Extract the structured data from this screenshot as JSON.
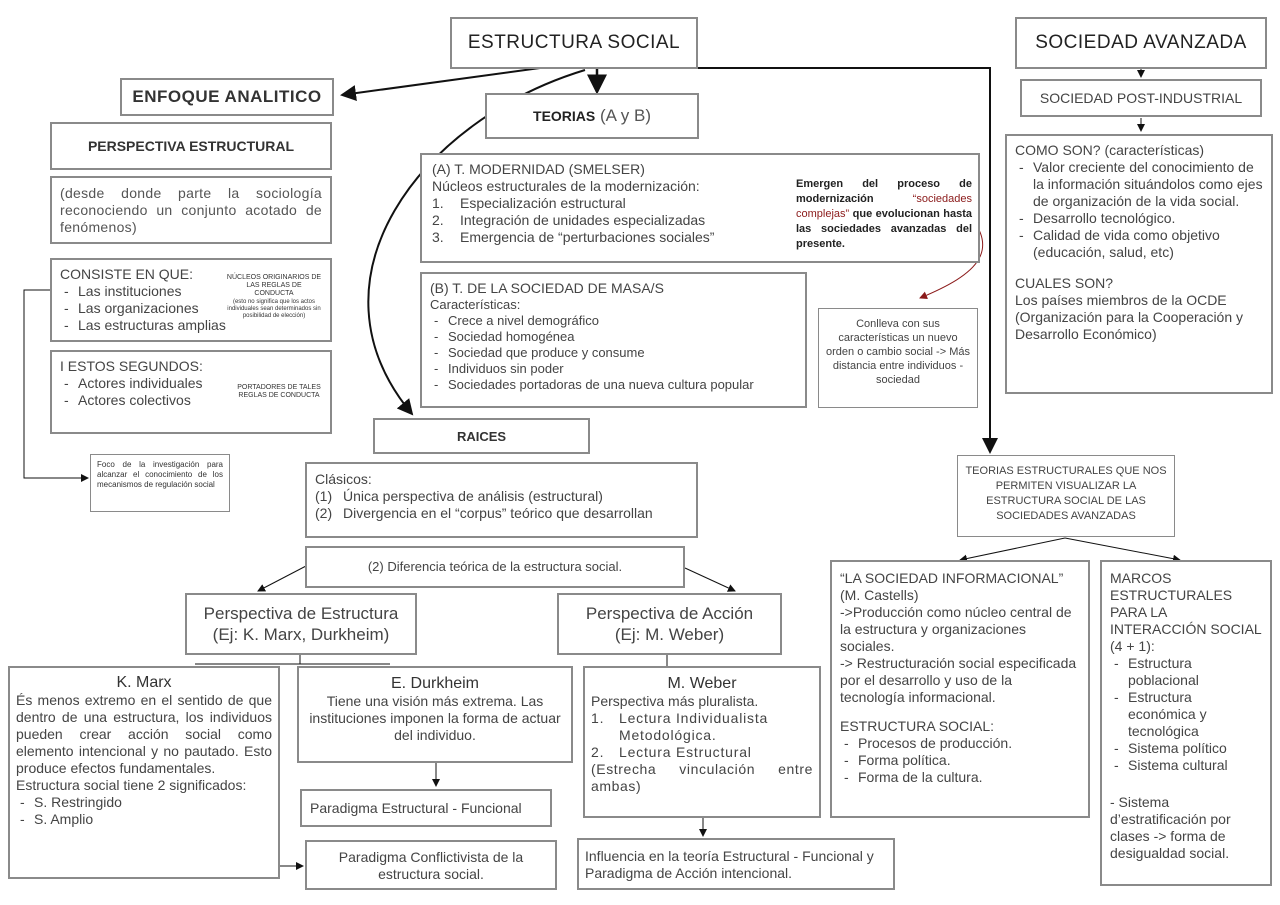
{
  "estructura_social": "ESTRUCTURA SOCIAL",
  "sociedad_avanzada": "SOCIEDAD AVANZADA",
  "enfoque_analitico": "ENFOQUE ANALITICO",
  "teorias": {
    "bold": "TEORIAS",
    "rest": " (A y B)"
  },
  "perspectiva_estructural": "PERSPECTIVA ESTRUCTURAL",
  "desde_donde": "(desde donde parte la sociología reconociendo un conjunto acotado de fenómenos)",
  "consiste": {
    "title": "CONSISTE EN QUE:",
    "items": [
      "Las instituciones",
      "Las organizaciones",
      "Las estructuras amplias"
    ],
    "note_main": "NÚCLEOS ORIGINARIOS DE LAS REGLAS DE CONDUCTA",
    "note_sub": "(esto no significa que los actos individuales sean determinados  sin posibilidad de elección)"
  },
  "estos_segundos": {
    "title": "I ESTOS SEGUNDOS:",
    "items": [
      "Actores individuales",
      "Actores colectivos"
    ],
    "note": "PORTADORES DE TALES REGLAS DE CONDUCTA"
  },
  "foco": "Foco de la investigación para alcanzar el conocimiento de los mecanismos de regulación social",
  "modernidad": {
    "title": "(A) T. MODERNIDAD (SMELSER)",
    "subtitle": "Núcleos estructurales de la modernización:",
    "items": [
      {
        "n": "1.",
        "text": "Especialización estructural"
      },
      {
        "n": "2.",
        "text": "Integración de unidades especializadas"
      },
      {
        "n": "3.",
        "text": "Emergencia de “perturbaciones sociales”"
      }
    ],
    "emergen_pre": "Emergen del proceso de modernización ",
    "emergen_red": "“sociedades complejas”",
    "emergen_post": " que evolucionan hasta las sociedades avanzadas del presente."
  },
  "masa": {
    "title": "(B) T. DE LA SOCIEDAD DE MASA/S",
    "subtitle": "Características:",
    "items": [
      "Crece a nivel demográfico",
      "Sociedad homogénea",
      "Sociedad que produce y consume",
      "Individuos sin poder",
      "Sociedades portadoras de una nueva cultura popular"
    ]
  },
  "conlleva": "Conlleva con sus características un nuevo orden o cambio social -> Más distancia entre individuos - sociedad",
  "raices": "RAICES",
  "clasicos": {
    "title": "Clásicos:",
    "items": [
      {
        "n": "(1)",
        "text": "Única perspectiva de análisis (estructural)"
      },
      {
        "n": "(2)",
        "text": "Divergencia en el “corpus” teórico que desarrollan"
      }
    ]
  },
  "diferencia": "(2) Diferencia teórica de la estructura social.",
  "persp_estructura": {
    "line1": "Perspectiva de Estructura",
    "line2": "(Ej: K. Marx, Durkheim)"
  },
  "persp_accion": {
    "line1": "Perspectiva de Acción",
    "line2": "(Ej: M. Weber)"
  },
  "marx": {
    "title": "K. Marx",
    "body": "És menos extremo en el sentido de que dentro de una estructura, los individuos pueden crear acción social como elemento intencional y no pautado. Esto produce efectos fundamentales.",
    "line": "Estructura social tiene 2 significados:",
    "items": [
      "S. Restringido",
      "S. Amplio"
    ]
  },
  "durkheim": {
    "title": "E. Durkheim",
    "body": "Tiene una visión más extrema. Las instituciones imponen la forma de actuar del individuo."
  },
  "weber": {
    "title": "M. Weber",
    "subtitle": "Perspectiva más pluralista.",
    "items": [
      {
        "n": "1.",
        "text": "Lectura Individualista Metodológica."
      },
      {
        "n": "2.",
        "text": "Lectura Estructural"
      }
    ],
    "tail": "(Estrecha vinculación entre ambas)"
  },
  "paradigma_ef": "Paradigma Estructural - Funcional",
  "paradigma_conf": "Paradigma Conflictivista de la estructura social.",
  "influencia": "Influencia en la teoría Estructural - Funcional y Paradigma de Acción intencional.",
  "post_industrial": "SOCIEDAD POST-INDUSTRIAL",
  "como_son": {
    "title": "COMO SON? (características)",
    "items": [
      "Valor creciente del conocimiento de la información situándolos como ejes de organización de la vida social.",
      "Desarrollo tecnológico.",
      "Calidad de vida como objetivo (educación, salud, etc)"
    ],
    "cuales_title": "CUALES SON?",
    "cuales_body": "Los países miembros de la OCDE (Organización para la Cooperación y Desarrollo Económico)"
  },
  "teorias_estructurales": "TEORIAS ESTRUCTURALES QUE NOS PERMITEN VISUALIZAR LA ESTRUCTURA SOCIAL DE LAS SOCIEDADES AVANZADAS",
  "informacional": {
    "title": "“LA SOCIEDAD INFORMACIONAL” (M. Castells)",
    "p1": "->Producción como núcleo central de la estructura y organizaciones sociales.",
    "p2": "-> Restructuración social especificada por el desarrollo y uso de la tecnología informacional.",
    "sub": "ESTRUCTURA SOCIAL:",
    "items": [
      "Procesos de producción.",
      "Forma política.",
      "Forma de la cultura."
    ]
  },
  "marcos": {
    "title": "MARCOS ESTRUCTURALES PARA LA INTERACCIÓN SOCIAL (4 + 1):",
    "items": [
      "Estructura poblacional",
      "Estructura económica y tecnológica",
      "Sistema político",
      "Sistema cultural"
    ],
    "extra": "- Sistema d’estratificación por clases -> forma de desigualdad social."
  }
}
